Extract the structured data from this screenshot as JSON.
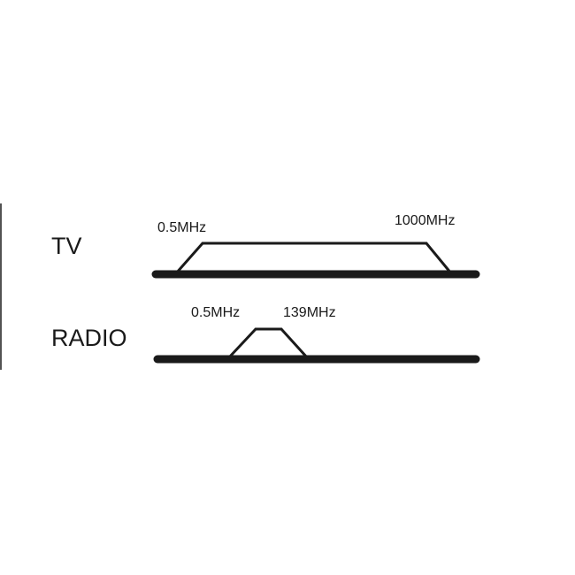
{
  "colors": {
    "background": "#ffffff",
    "ink": "#1a1a1a"
  },
  "bands": [
    {
      "name": "TV",
      "low_label": "0.5MHz",
      "high_label": "1000MHz"
    },
    {
      "name": "RADIO",
      "low_label": "0.5MHz",
      "high_label": "139MHz"
    }
  ]
}
